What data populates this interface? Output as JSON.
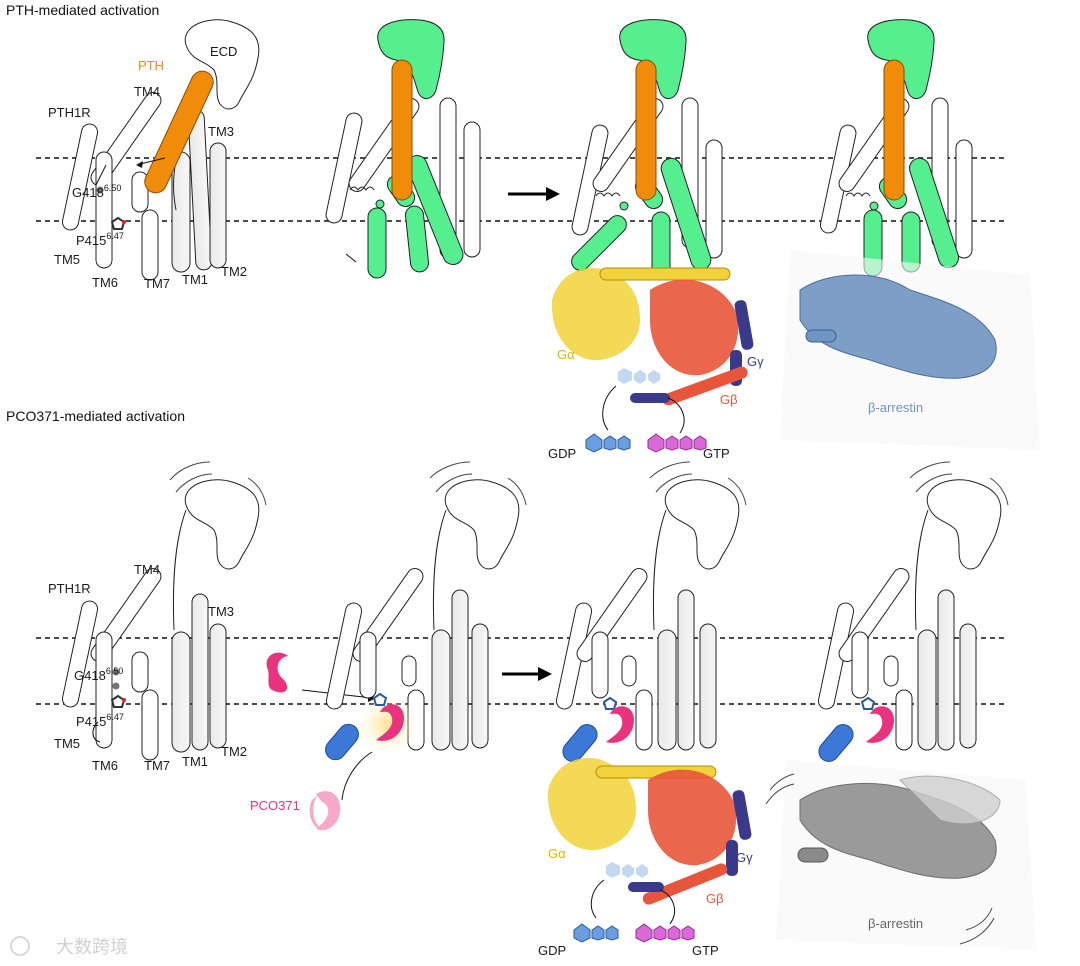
{
  "panels": {
    "top_title": "PTH-mediated activation",
    "bottom_title": "PCO371-mediated activation"
  },
  "labels": {
    "pth": "PTH",
    "ecd": "ECD",
    "pth1r": "PTH1R",
    "tm4": "TM4",
    "tm3": "TM3",
    "tm5": "TM5",
    "tm6": "TM6",
    "tm7": "TM7",
    "tm1": "TM1",
    "tm2": "TM2",
    "g418": "G418",
    "g418_sup": "6.50",
    "p415": "P415",
    "p415_sup": "6.47",
    "galpha": "Gα",
    "gbeta": "Gβ",
    "ggamma": "Gγ",
    "gdp": "GDP",
    "gtp": "GTP",
    "arrestin": "β-arrestin",
    "pco371": "PCO371"
  },
  "watermark": "大数跨境",
  "colors": {
    "pth_orange": "#f08c0a",
    "active_green": "#55ef8f",
    "galpha_yellow": "#f2d23a",
    "gbeta_red": "#e8553a",
    "ggamma_navy": "#3b3a8a",
    "arrestin_blue": "#6f95c2",
    "arrestin_grey": "#888888",
    "pco_pink": "#e8337e",
    "pco_light": "#f6a8c8",
    "gdp_blue": "#6a9ee0",
    "gtp_magenta": "#d86ad8",
    "helix_blue": "#3c78d8"
  }
}
